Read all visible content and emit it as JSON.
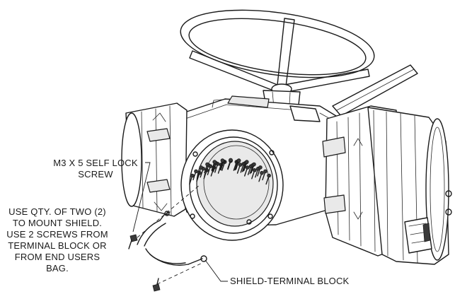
{
  "callouts": {
    "screw": {
      "lines": [
        "M3 X 5 SELF LOCK",
        "SCREW"
      ]
    },
    "note": {
      "lines": [
        "USE QTY. OF TWO (2)",
        "TO MOUNT SHIELD.",
        "USE 2 SCREWS FROM",
        "TERMINAL BLOCK OR",
        "FROM END USERS",
        "BAG."
      ]
    },
    "shield": {
      "text": "SHIELD-TERMINAL BLOCK"
    }
  },
  "colors": {
    "ink": "#1b1b1b",
    "background": "#ffffff",
    "shade": "#e9e9e9"
  }
}
